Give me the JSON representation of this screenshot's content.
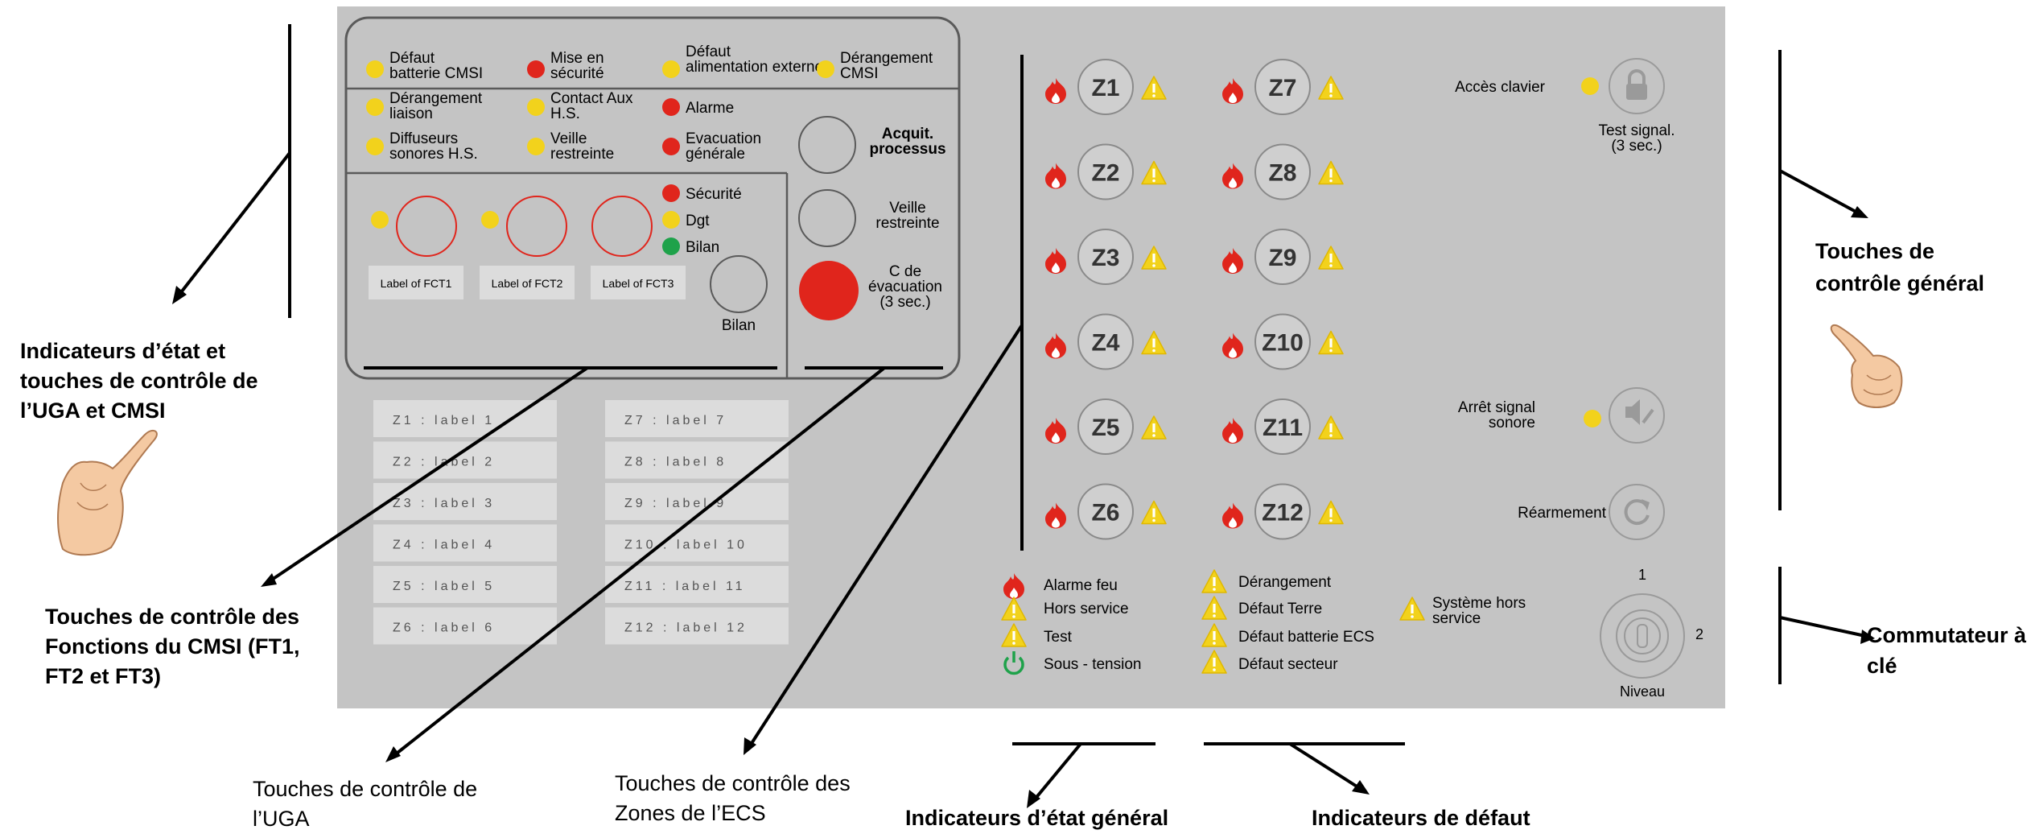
{
  "cmsi_leds": [
    {
      "label": "Défaut batterie CMSI",
      "color": "#f2d21c"
    },
    {
      "label": "Mise en sécurité",
      "color": "#e0251c"
    },
    {
      "label": "Défaut alimentation externe",
      "color": "#f2d21c"
    },
    {
      "label": "Dérangement CMSI",
      "color": "#f2d21c"
    },
    {
      "label": "Dérangement liaison",
      "color": "#f2d21c"
    },
    {
      "label": "Contact Aux H.S.",
      "color": "#f2d21c"
    },
    {
      "label": "Alarme",
      "color": "#e0251c"
    },
    {
      "label": "Diffuseurs sonores H.S.",
      "color": "#f2d21c"
    },
    {
      "label": "Veille restreinte",
      "color": "#f2d21c"
    },
    {
      "label": "Evacuation générale",
      "color": "#e0251c"
    }
  ],
  "fct_status": [
    {
      "label": "Sécurité",
      "color": "#e0251c"
    },
    {
      "label": "Dgt",
      "color": "#f2d21c"
    },
    {
      "label": "Bilan",
      "color": "#1ea24a"
    }
  ],
  "fct_buttons": [
    "Label of FCT1",
    "Label of FCT2",
    "Label of FCT3"
  ],
  "uga_buttons": {
    "acquit": "Acquit. processus",
    "veille": "Veille restreinte",
    "bilan": "Bilan",
    "evacuation": "C de évacuation (3 sec.)"
  },
  "zone_labels_left": [
    "Z1 : label 1",
    "Z2 : label 2",
    "Z3 : label 3",
    "Z4 : label 4",
    "Z5 : label 5",
    "Z6 : label 6"
  ],
  "zone_labels_right": [
    "Z7 : label 7",
    "Z8 : label 8",
    "Z9 : label 9",
    "Z10 : label 10",
    "Z11 : label 11",
    "Z12 : label 12"
  ],
  "zones": [
    "Z1",
    "Z2",
    "Z3",
    "Z4",
    "Z5",
    "Z6",
    "Z7",
    "Z8",
    "Z9",
    "Z10",
    "Z11",
    "Z12"
  ],
  "general_controls": {
    "acces_clavier": "Accès clavier",
    "test_signal": "Test signal. (3 sec.)",
    "arret_signal": "Arrêt signal sonore",
    "rearmement": "Réarmement",
    "key_pos_1": "1",
    "key_pos_2": "2",
    "niveau": "Niveau"
  },
  "legend_status": [
    {
      "label": "Alarme feu",
      "icon": "fire-icon"
    },
    {
      "label": "Hors service",
      "icon": "warning-icon"
    },
    {
      "label": "Test",
      "icon": "warning-icon"
    },
    {
      "label": "Sous - tension",
      "icon": "power-icon"
    }
  ],
  "legend_faults": [
    "Dérangement",
    "Défaut Terre",
    "Défaut batterie ECS",
    "Défaut secteur"
  ],
  "legend_system": "Système hors service",
  "annotations": {
    "uga_cmsi": "Indicateurs d’état et touches de contrôle  de l’UGA et CMSI",
    "fct_cmsi": "Touches de contrôle des Fonctions  du CMSI (FT1, FT2 et FT3)",
    "uga": "Touches de contrôle de l’UGA",
    "zones_ecs": "Touches de contrôle des Zones de l’ECS",
    "etat_general": "Indicateurs d’état général",
    "defaut": "Indicateurs de défaut",
    "controle_general": "Touches de contrôle général",
    "commutateur": "Commutateur à clé"
  },
  "colors": {
    "panel": "#c4c4c4",
    "led_red": "#e0251c",
    "led_yellow": "#f2d21c",
    "led_green": "#1ea24a",
    "button_face": "#d0d0d0",
    "label_box": "#dcdcdc"
  }
}
